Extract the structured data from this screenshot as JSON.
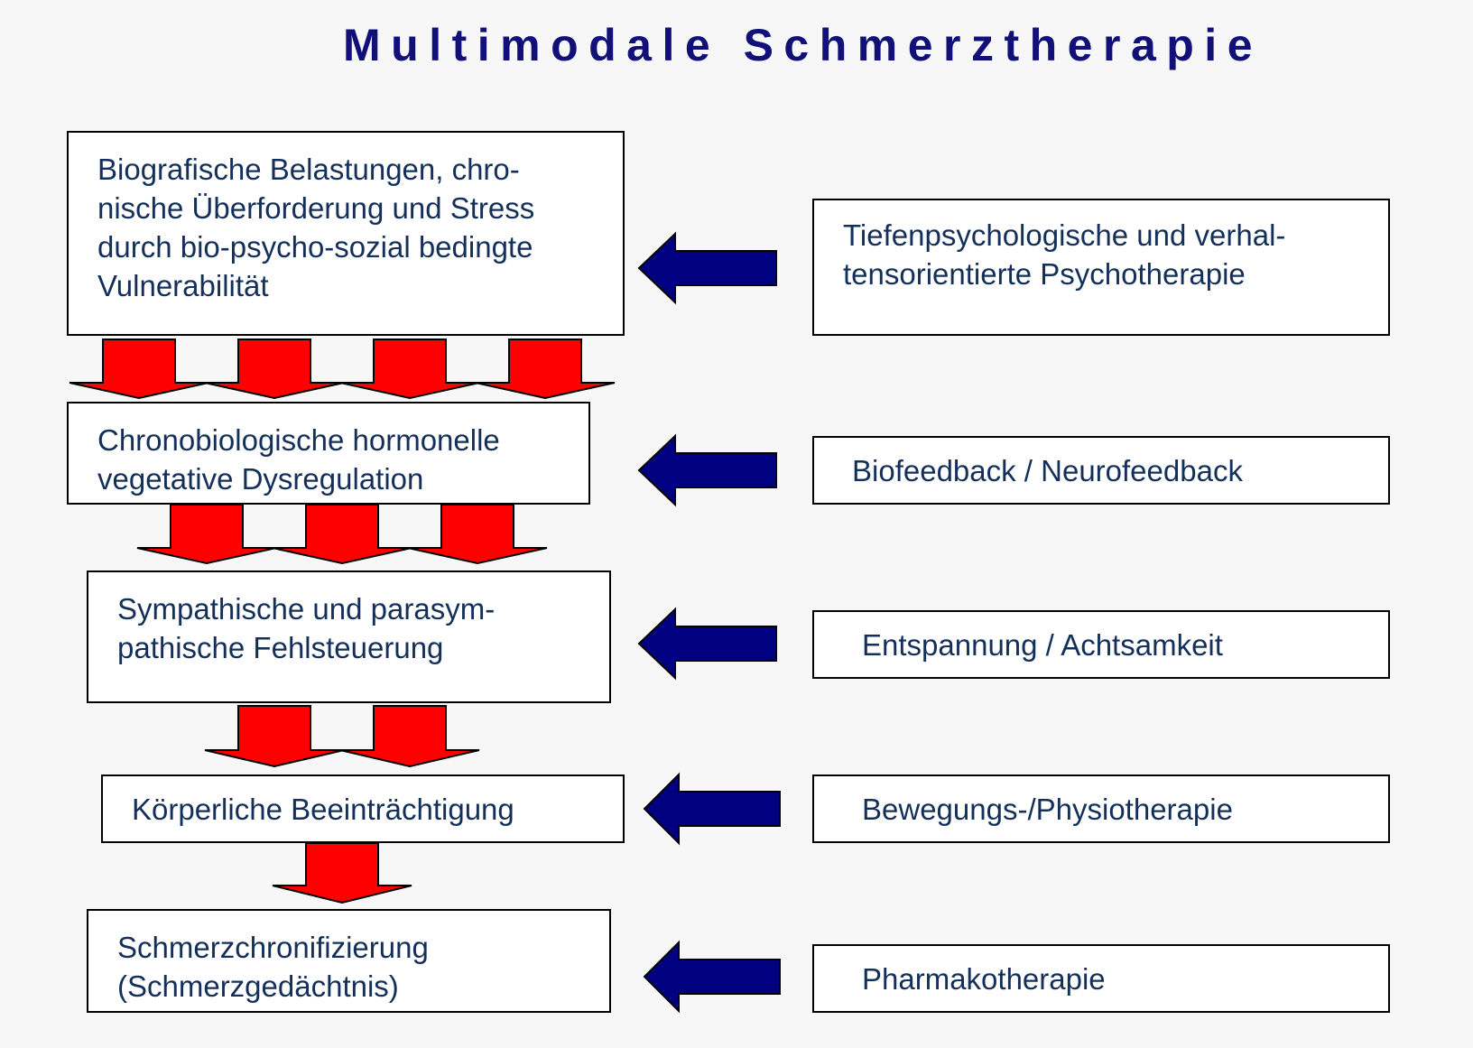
{
  "title": "Multimodale Schmerztherapie",
  "colors": {
    "background": "#f7f7f7",
    "title": "#101078",
    "box_text": "#14305a",
    "box_border": "#000000",
    "cause_arrow_fill": "#ff0000",
    "therapy_arrow_fill": "#000080"
  },
  "causes": [
    {
      "text": "Biografische Belastungen, chro-\nnische Überforderung und Stress\ndurch bio-psycho-sozial bedingte\nVulnerabilität"
    },
    {
      "text": "Chronobiologische hormonelle\nvegetative Dysregulation"
    },
    {
      "text": "Sympathische und parasym-\npathische Fehlsteuerung"
    },
    {
      "text": "Körperliche Beeinträchtigung"
    },
    {
      "text": "Schmerzchronifizierung\n(Schmerzgedächtnis)"
    }
  ],
  "therapies": [
    {
      "text": "Tiefenpsychologische und verhal-\ntensorientierte Psychotherapie"
    },
    {
      "text": "Biofeedback / Neurofeedback"
    },
    {
      "text": "Entspannung / Achtsamkeit"
    },
    {
      "text": "Bewegungs-/Physiotherapie"
    },
    {
      "text": "Pharmakotherapie"
    }
  ],
  "down_arrow_groups": [
    {
      "count": 4
    },
    {
      "count": 3
    },
    {
      "count": 2
    },
    {
      "count": 1
    }
  ]
}
